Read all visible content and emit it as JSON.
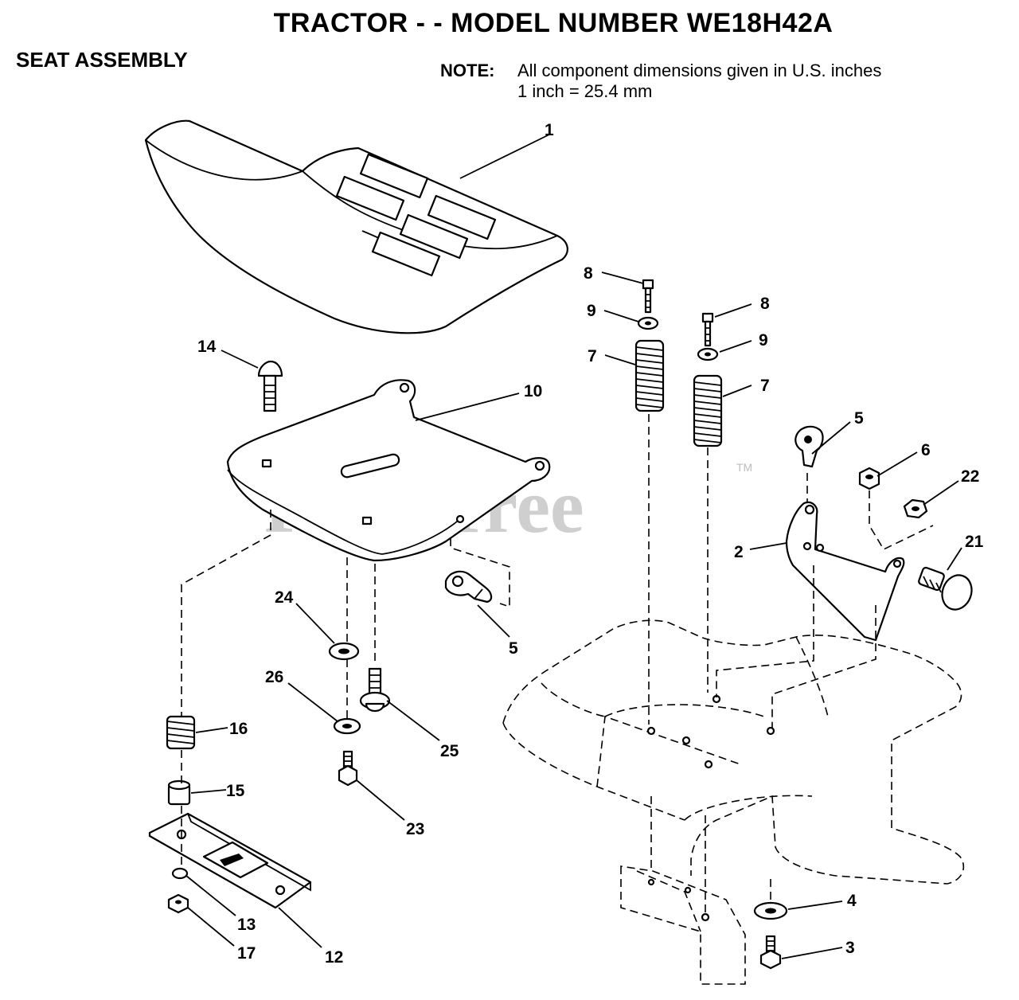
{
  "header": {
    "title": "TRACTOR - - MODEL NUMBER WE18H42A",
    "section": "SEAT ASSEMBLY",
    "note_label": "NOTE:",
    "note_line1": "All component dimensions given in U.S. inches",
    "note_line2": "1 inch = 25.4 mm"
  },
  "watermark": {
    "text": "PartsTree",
    "trademark": "TM"
  },
  "callouts": [
    {
      "id": "c1",
      "label": "1"
    },
    {
      "id": "c8a",
      "label": "8"
    },
    {
      "id": "c9a",
      "label": "9"
    },
    {
      "id": "c7a",
      "label": "7"
    },
    {
      "id": "c8b",
      "label": "8"
    },
    {
      "id": "c9b",
      "label": "9"
    },
    {
      "id": "c7b",
      "label": "7"
    },
    {
      "id": "c14",
      "label": "14"
    },
    {
      "id": "c10",
      "label": "10"
    },
    {
      "id": "c5a",
      "label": "5"
    },
    {
      "id": "c6",
      "label": "6"
    },
    {
      "id": "c22",
      "label": "22"
    },
    {
      "id": "c2",
      "label": "2"
    },
    {
      "id": "c21",
      "label": "21"
    },
    {
      "id": "c5b",
      "label": "5"
    },
    {
      "id": "c24",
      "label": "24"
    },
    {
      "id": "c26",
      "label": "26"
    },
    {
      "id": "c25",
      "label": "25"
    },
    {
      "id": "c16",
      "label": "16"
    },
    {
      "id": "c15",
      "label": "15"
    },
    {
      "id": "c23",
      "label": "23"
    },
    {
      "id": "c13",
      "label": "13"
    },
    {
      "id": "c17",
      "label": "17"
    },
    {
      "id": "c12",
      "label": "12"
    },
    {
      "id": "c4",
      "label": "4"
    },
    {
      "id": "c3",
      "label": "3"
    }
  ]
}
